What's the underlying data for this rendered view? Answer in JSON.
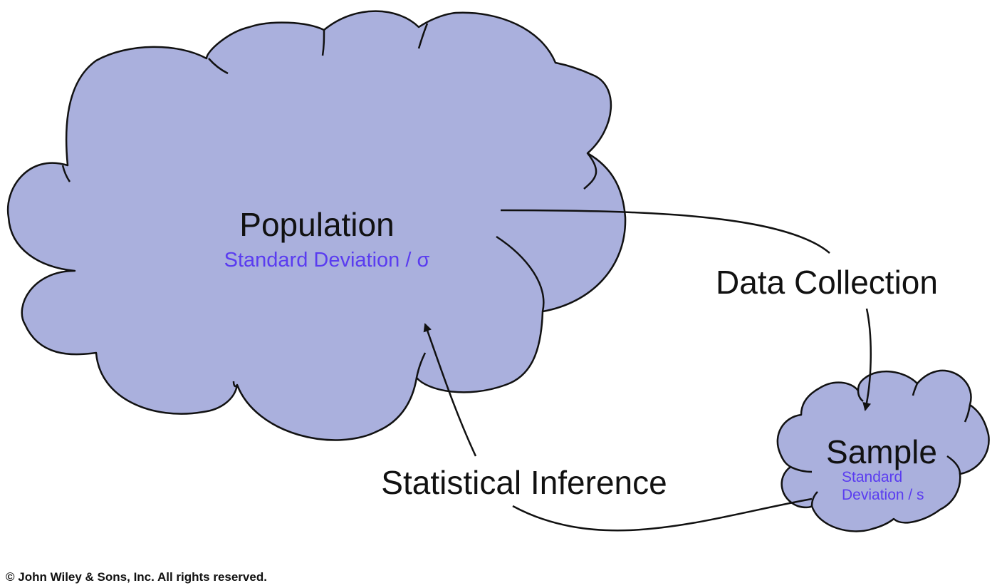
{
  "population": {
    "title": "Population",
    "subtitle": "Standard Deviation / σ"
  },
  "sample": {
    "title": "Sample",
    "subtitle_line1": "Standard",
    "subtitle_line2": "Deviation / s"
  },
  "arrows": {
    "data_collection": "Data Collection",
    "statistical_inference": "Statistical Inference"
  },
  "footer": {
    "copyright": "© John Wiley & Sons, Inc. All rights reserved."
  },
  "colors": {
    "cloud_fill": "#aab0dd",
    "cloud_stroke": "#111111",
    "subtitle_text": "#5a3cf0",
    "main_text": "#111111"
  }
}
